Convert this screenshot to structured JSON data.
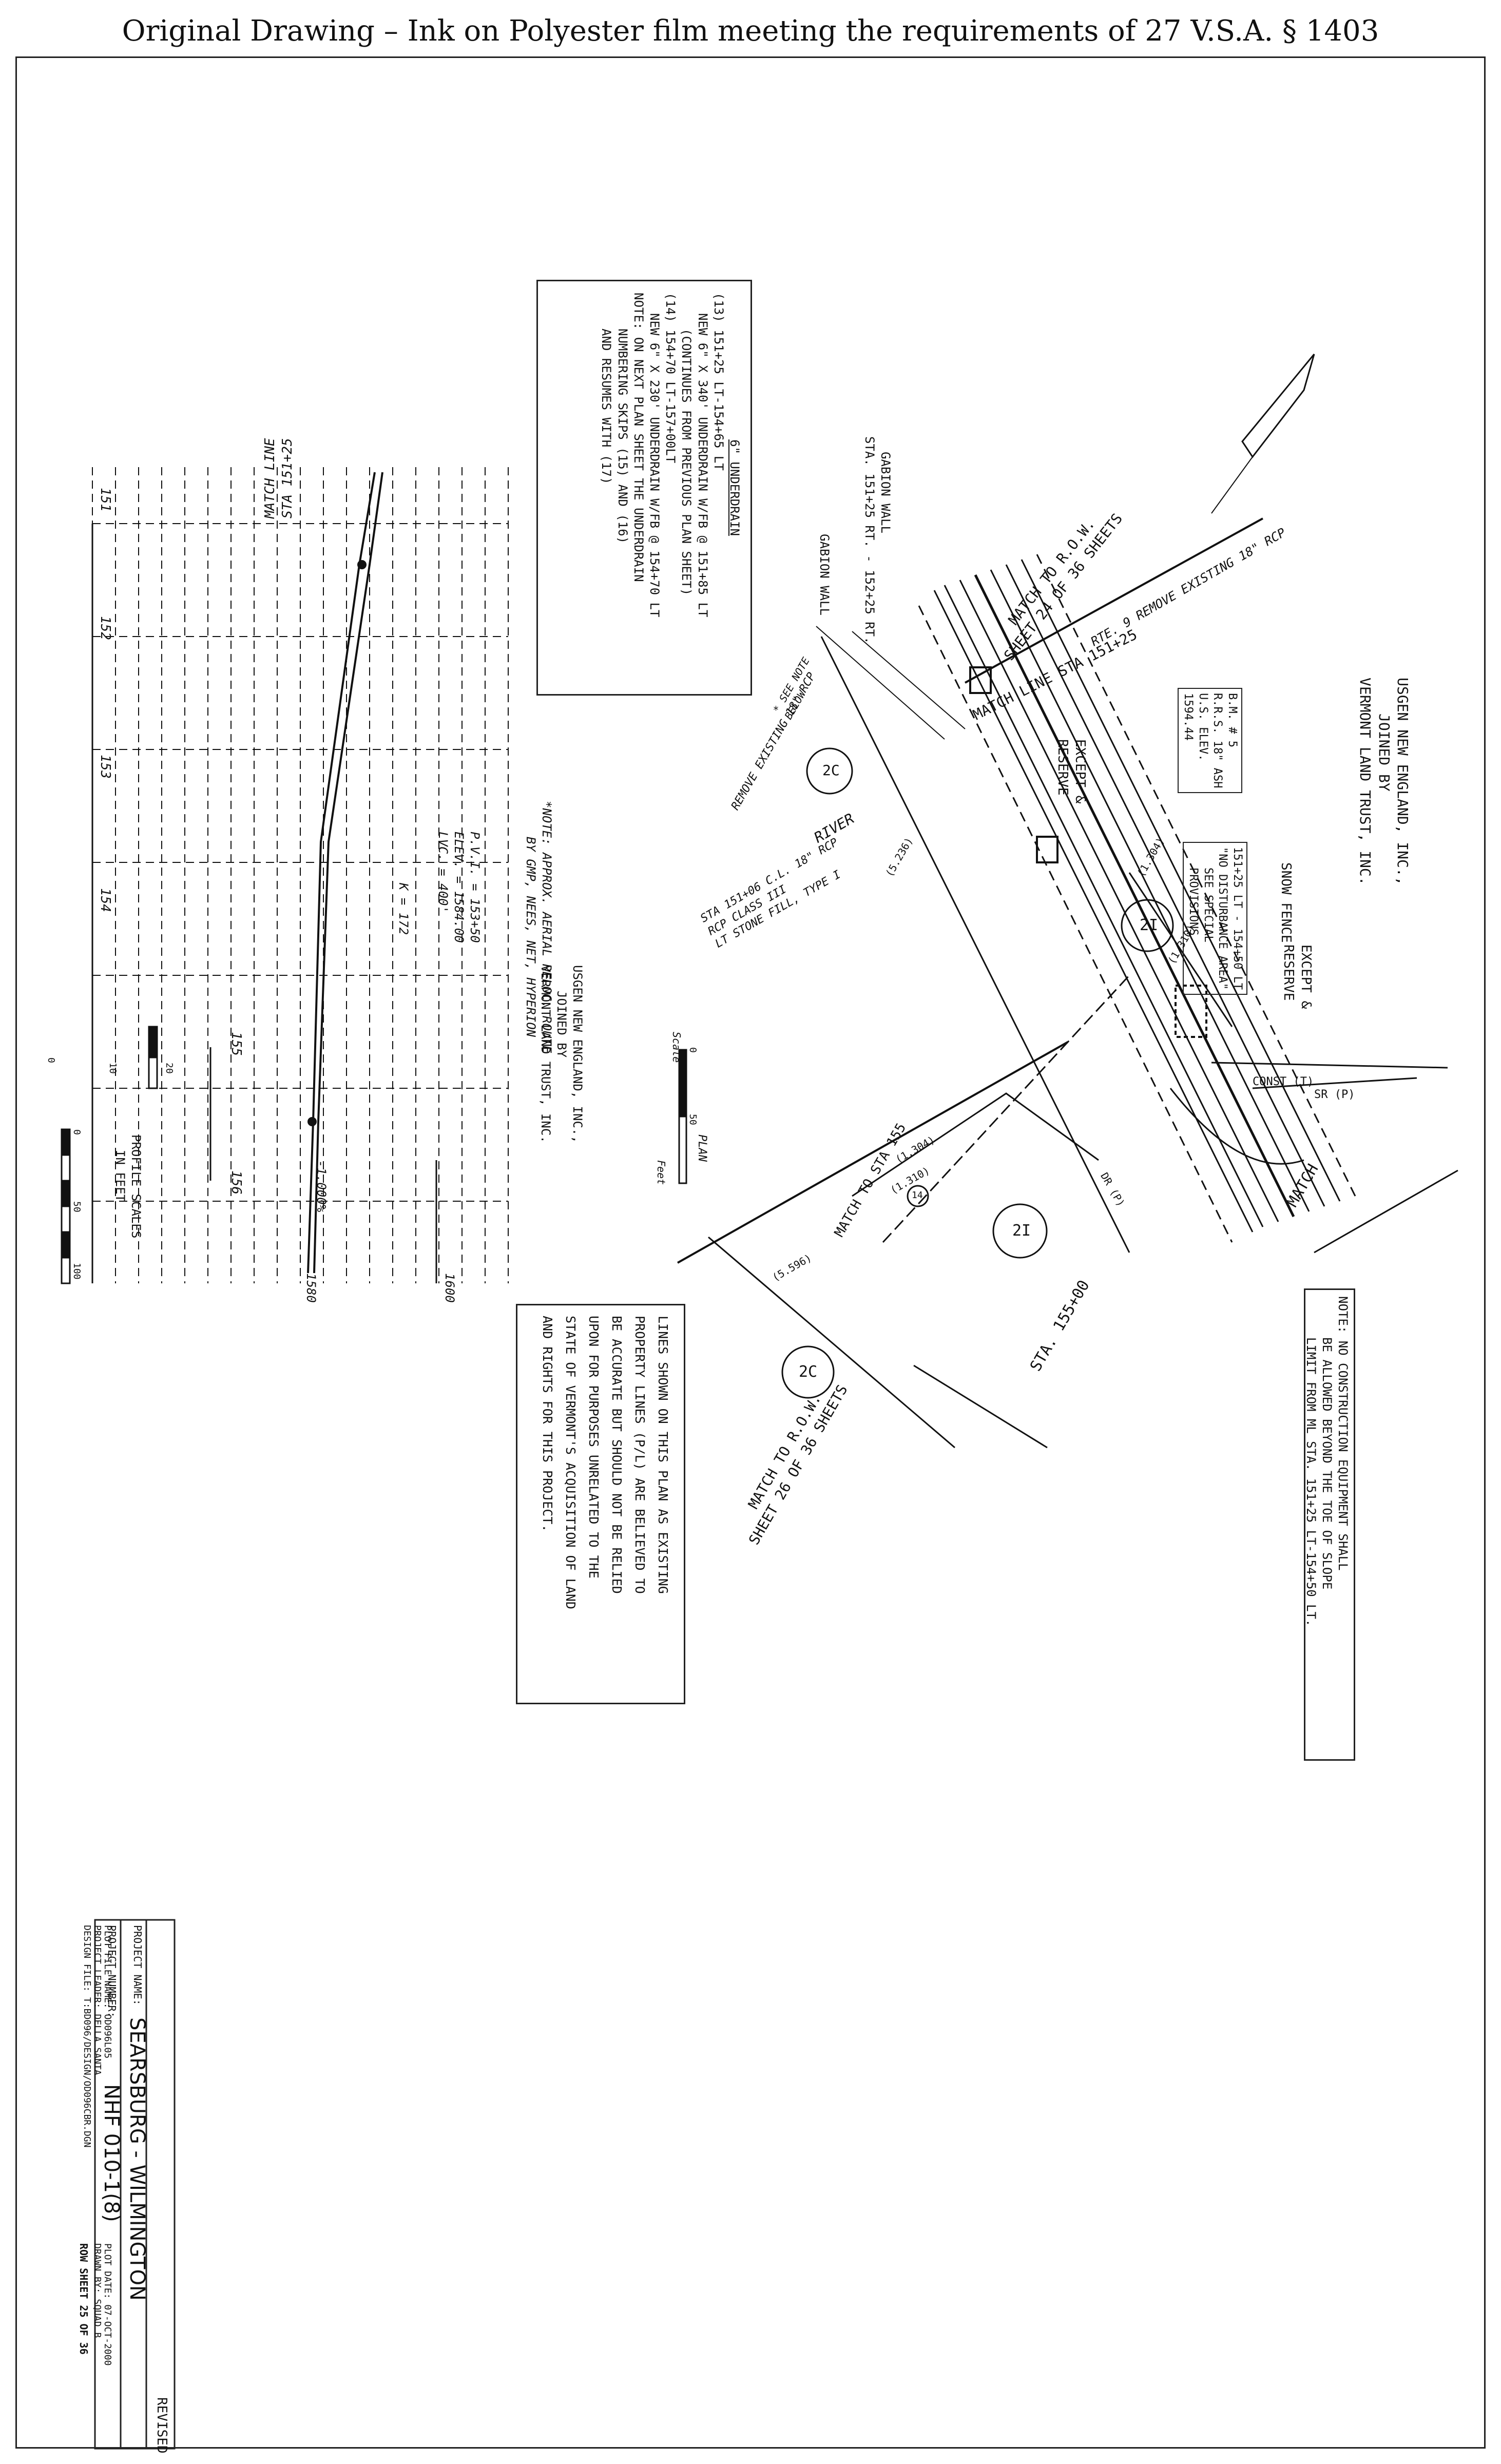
{
  "header": "Original Drawing – Ink on Polyester film meeting the requirements of 27 V.S.A. § 1403",
  "owners": {
    "usgen_top": [
      "USGEN NEW ENGLAND, INC.,",
      "JOINED BY",
      "VERMONT LAND TRUST, INC."
    ],
    "usgen_mid": [
      "USGEN NEW ENGLAND, INC.,",
      "JOINED BY",
      "VERMONT LAND TRUST, INC."
    ],
    "except_reserve_1": [
      "EXCEPT &",
      "RESERVE"
    ],
    "except_reserve_2": [
      "EXCEPT &",
      "RESERVE"
    ]
  },
  "benchmark": [
    "B.M. # 5",
    "R.R.S. 18\" ASH",
    "U.S. ELEV.",
    "1594.44"
  ],
  "snow_fence": "SNOW FENCE",
  "disturbance": [
    "151+25 LT - 154+50 LT",
    "\"NO DISTURBANCE AREA\"",
    "SEE SPECIAL",
    "PROVISIONS"
  ],
  "underdrain_note": {
    "title": "6\" UNDERDRAIN",
    "item13": [
      "(13) 151+25 LT-154+65 LT",
      "NEW 6\" X 340' UNDERDRAIN W/FB @ 151+85 LT",
      "(CONTINUES FROM PREVIOUS PLAN SHEET)"
    ],
    "item14": [
      "(14) 154+70 LT-157+00LT",
      "NEW 6\" X 230' UNDERDRAIN W/FB @ 154+70 LT"
    ],
    "note": [
      "NOTE: ON NEXT PLAN SHEET THE UNDERDRAIN",
      "NUMBERING SKIPS (15) AND (16)",
      "AND RESUMES WITH (17)"
    ]
  },
  "gabion": {
    "wall1": [
      "GABION WALL",
      "STA. 151+25 RT. - 152+25 RT."
    ],
    "wall2": "GABION WALL"
  },
  "match_lines": {
    "top": [
      "MATCH TO R.O.W.",
      "SHEET 24 OF 36 SHEETS"
    ],
    "top_sta": "MATCH LINE STA 151+25",
    "bottom": [
      "MATCH TO R.O.W.",
      "SHEET 26 OF 36 SHEETS"
    ],
    "sta155": "STA. 155+00",
    "match": "MATCH",
    "match_to_sta": "MATCH TO STA 155",
    "profile_match": [
      "MATCH LINE",
      "STA 151+25"
    ]
  },
  "labels": {
    "river": "RIVER",
    "remove_existing": "REMOVE EXISTING 18\" RCP",
    "see_note": [
      "* SEE NOTE",
      "BELOW"
    ],
    "const_t": "CONST (T)",
    "sr_p": "SR (P)",
    "dr_p": "DR (P)",
    "circle_2c": "2C",
    "circle_2i": "2I",
    "circle_14": "14",
    "remove_culvert": "RTE. 9 REMOVE EXISTING 18\" RCP",
    "stone_fill": [
      "STA 151+06 C.L. 18\" RCP",
      "RCP CLASS III",
      "LT STONE FILL, TYPE I"
    ],
    "parcel_vals": [
      "(5.236)",
      "(1.304)",
      "(1.310)",
      "(1.304)",
      "(1.310)",
      "(5.596)"
    ],
    "plan_scale": "PLAN",
    "scale_label": "Scale",
    "feet_label": "Feet",
    "scale_ticks": [
      "0",
      "50"
    ]
  },
  "approx_note": [
    "*NOTE: APPROX. AERIAL RELOC. ROUTE",
    "BY GMP, NEES, NET, HYPERION"
  ],
  "construction_note": [
    "NOTE: NO CONSTRUCTION EQUIPMENT SHALL",
    "BE ALLOWED BEYOND THE TOE OF SLOPE",
    "LIMIT FROM ML STA. 151+25 LT-154+50 LT."
  ],
  "property_note": [
    "LINES SHOWN ON THIS PLAN AS EXISTING",
    "PROPERTY LINES (P/L) ARE BELIEVED TO",
    "BE ACCURATE BUT SHOULD NOT BE RELIED",
    "UPON FOR PURPOSES UNRELATED TO THE",
    "STATE OF VERMONT'S ACQUISITION OF LAND",
    "AND RIGHTS FOR THIS PROJECT."
  ],
  "profile": {
    "pvi": [
      "P.V.I. = 153+50",
      "ELEV. = 1584.00",
      "LVC. = 400'"
    ],
    "k": "K = 172",
    "grade": "-1.000%",
    "elev_labels": [
      "1580",
      "1600"
    ],
    "stations": [
      "151",
      "152",
      "153",
      "154",
      "155",
      "156"
    ],
    "scales_title": [
      "PROFILE SCALES",
      "IN FEET"
    ],
    "vert_ticks": [
      "0",
      "10",
      "20"
    ],
    "horiz_ticks": [
      "0",
      "50",
      "100"
    ]
  },
  "title_block": {
    "project_name_label": "PROJECT NAME:",
    "project_name": "SEARSBURG - WILMINGTON",
    "project_number_label": "PROJECT NUMBER:",
    "project_number": "NHF 010-1(8)",
    "revised": "REVISED",
    "plot_file": "PLOT FILE NAME:    OD096L05",
    "project_leader": "PROJECT LEADER:    DELLA SANTA",
    "design_file": "DESIGN FILE: T:BD096/DESIGN/OD096CBR.DGN",
    "plot_date": "PLOT DATE: 07-OCT-2000",
    "drawn_by": "DRAWN BY: SQUAD B",
    "sheet": "ROW SHEET 25 OF 36"
  }
}
